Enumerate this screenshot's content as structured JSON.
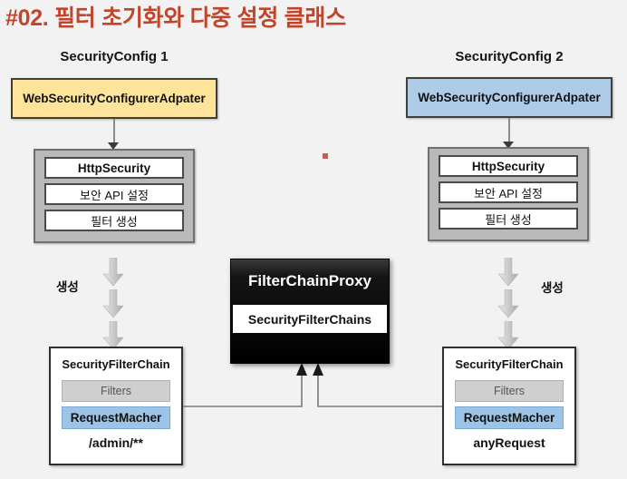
{
  "page": {
    "title": "#02. 필터 초기화와 다중 설정 클래스",
    "title_color": "#c0452b",
    "background_color": "#f2f2f2"
  },
  "left_column": {
    "heading": "SecurityConfig 1",
    "adapter": {
      "label": "WebSecurityConfigurerAdpater",
      "fill_color": "#fde49a"
    },
    "http_group": {
      "rows": [
        {
          "label": "HttpSecurity",
          "emphasis": "bold"
        },
        {
          "label": "보안 API 설정",
          "emphasis": "normal"
        },
        {
          "label": "필터 생성",
          "emphasis": "normal"
        }
      ]
    },
    "create_label": "생성",
    "filter_chain": {
      "title": "SecurityFilterChain",
      "filters_label": "Filters",
      "matcher_label": "RequestMacher",
      "matcher_color": "#9dc3e6",
      "pattern": "/admin/**"
    }
  },
  "right_column": {
    "heading": "SecurityConfig 2",
    "adapter": {
      "label": "WebSecurityConfigurerAdpater",
      "fill_color": "#aecbe8"
    },
    "http_group": {
      "rows": [
        {
          "label": "HttpSecurity",
          "emphasis": "bold"
        },
        {
          "label": "보안 API 설정",
          "emphasis": "normal"
        },
        {
          "label": "필터 생성",
          "emphasis": "normal"
        }
      ]
    },
    "create_label": "생성",
    "filter_chain": {
      "title": "SecurityFilterChain",
      "filters_label": "Filters",
      "matcher_label": "RequestMacher",
      "matcher_color": "#9dc3e6",
      "pattern": "anyRequest"
    }
  },
  "proxy": {
    "title": "FilterChainProxy",
    "inner_label": "SecurityFilterChains",
    "fill_color": "#000000"
  }
}
